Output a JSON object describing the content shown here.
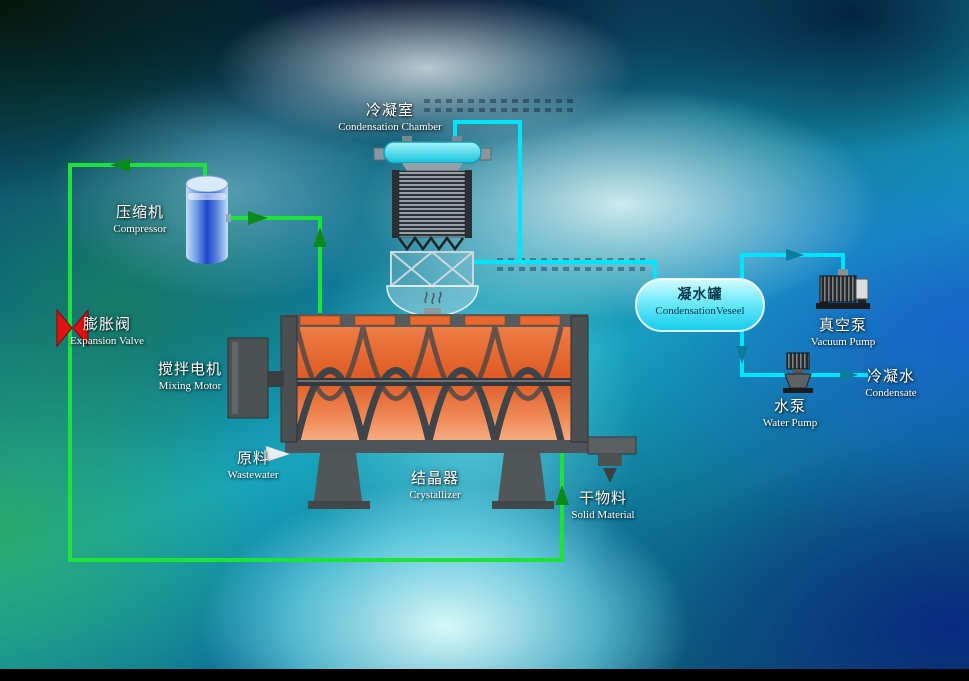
{
  "diagram": {
    "type": "process-flow",
    "labels": {
      "condensation_chamber": {
        "zh": "冷凝室",
        "en": "Condensation Chamber"
      },
      "compressor": {
        "zh": "压缩机",
        "en": "Compressor"
      },
      "expansion_valve": {
        "zh": "膨胀阀",
        "en": "Expansion Valve"
      },
      "mixing_motor": {
        "zh": "搅拌电机",
        "en": "Mixing Motor"
      },
      "wastewater": {
        "zh": "原料",
        "en": "Wastewater"
      },
      "crystallizer": {
        "zh": "结晶器",
        "en": "Crystallizer"
      },
      "solid_material": {
        "zh": "干物料",
        "en": "Solid Material"
      },
      "condensation_vessel": {
        "zh": "凝水罐",
        "en": "CondensationVeseel"
      },
      "vacuum_pump": {
        "zh": "真空泵",
        "en": "Vacuum Pump"
      },
      "water_pump": {
        "zh": "水泵",
        "en": "Water Pump"
      },
      "condensate": {
        "zh": "冷凝水",
        "en": "Condensate"
      }
    },
    "colors": {
      "refrigerant_pipe": "#1ce23a",
      "refrigerant_arrow": "#0b8a1c",
      "vapor_pipe": "#00e6ff",
      "vapor_arrow": "#0a7d9e",
      "valve": "#e01212",
      "crystallizer_body": "#df5a22",
      "compressor_body": "#1e46c8",
      "vessel_fill": "#6fe9fa",
      "vessel_text": "#05384f",
      "label_text": "#ffffff"
    }
  }
}
